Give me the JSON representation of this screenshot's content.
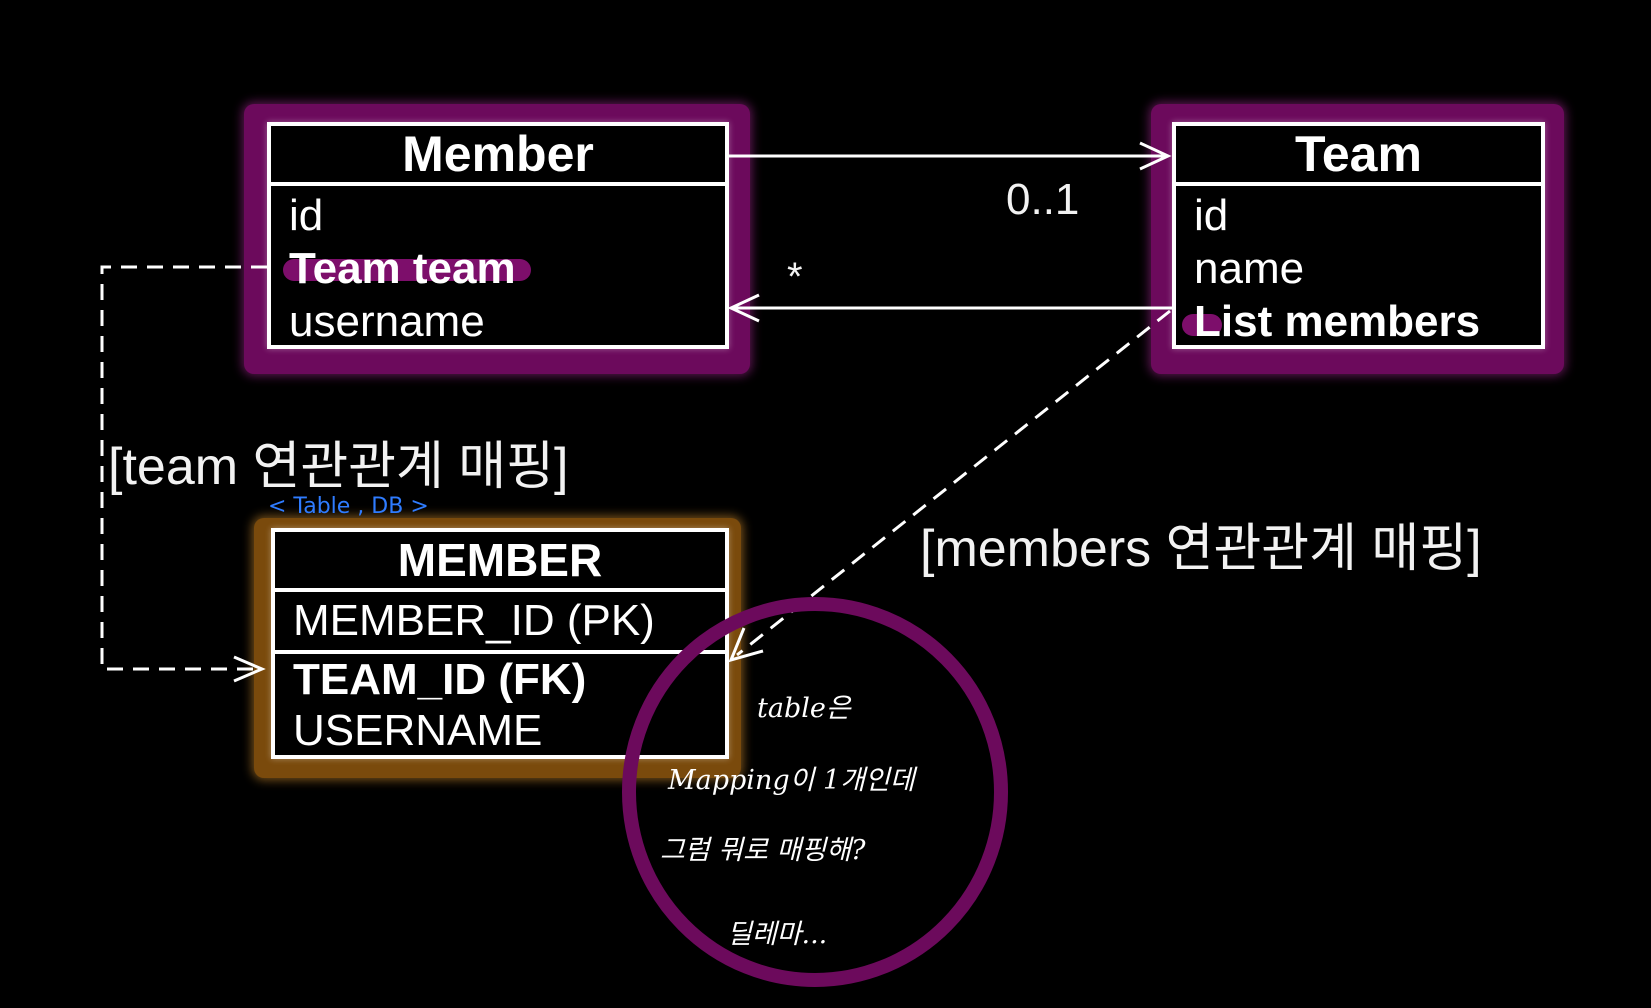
{
  "member_entity": {
    "title": "Member",
    "fields": [
      "id",
      "Team team",
      "username"
    ]
  },
  "team_entity": {
    "title": "Team",
    "fields": [
      "id",
      "name",
      "List members"
    ]
  },
  "member_table": {
    "title": "MEMBER",
    "fields": [
      "MEMBER_ID (PK)",
      "TEAM_ID (FK)",
      "USERNAME"
    ]
  },
  "association": {
    "to_one": "0..1",
    "to_many": "*"
  },
  "labels": {
    "team_mapping": "[team 연관관계 매핑]",
    "members_mapping": "[members 연관관계 매핑]"
  },
  "annotations": {
    "table_db": "< Table , DB >",
    "handwritten": [
      "table은",
      "Mapping이 1개인데",
      "그럼 뭐로 매핑해?",
      "딜레마..."
    ]
  },
  "colors": {
    "background": "#000000",
    "highlight_purple": "#6c0a5c",
    "highlight_orange": "#7a4a0c",
    "annotation_blue": "#2f7cff",
    "circle": "#6c0a5c"
  }
}
